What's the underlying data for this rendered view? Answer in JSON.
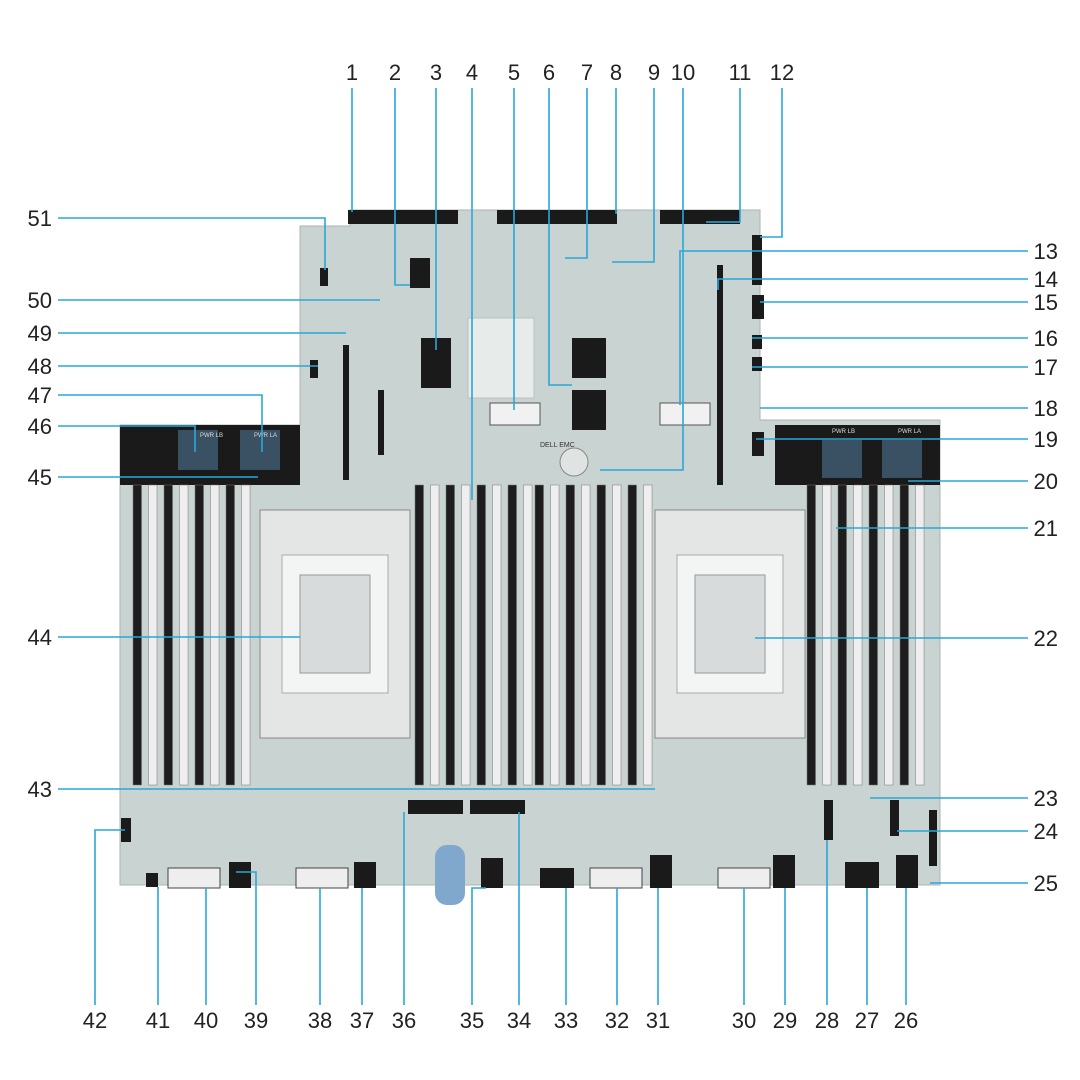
{
  "diagram": {
    "callouts": {
      "top": [
        "1",
        "2",
        "3",
        "4",
        "5",
        "6",
        "7",
        "8",
        "9",
        "10",
        "11",
        "12"
      ],
      "right": [
        "13",
        "14",
        "15",
        "16",
        "17",
        "18",
        "19",
        "20",
        "21",
        "22",
        "23",
        "24",
        "25"
      ],
      "bottom": [
        "26",
        "27",
        "28",
        "29",
        "30",
        "31",
        "32",
        "33",
        "34",
        "35",
        "36",
        "37",
        "38",
        "39",
        "40",
        "41",
        "42"
      ],
      "left": [
        "43",
        "44",
        "45",
        "46",
        "47",
        "48",
        "49",
        "50",
        "51"
      ]
    },
    "board_labels": {
      "pwr_lb_left": "PWR LB",
      "pwr_la_left": "PWR LA",
      "pwr_lb_right": "PWR LB",
      "pwr_la_right": "PWR LA",
      "brand": "DELL EMC"
    },
    "colors": {
      "leader": "#2aa7d8",
      "board": "#c9d3d1",
      "dimm_black": "#1d1d1d",
      "dimm_white": "#eeeeee",
      "connector": "#1a1a1a"
    }
  }
}
